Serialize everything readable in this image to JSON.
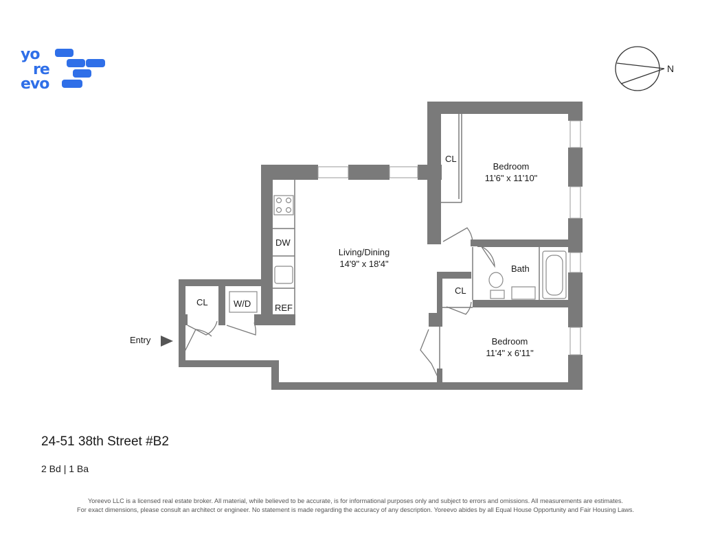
{
  "brand": {
    "logo_lines": [
      "yo",
      "re",
      "evo"
    ],
    "accent_color": "#2f6fe8"
  },
  "compass": {
    "label": "N"
  },
  "rooms": {
    "bedroom1": {
      "name": "Bedroom",
      "dims": "11'6\" x 11'10\""
    },
    "living": {
      "name": "Living/Dining",
      "dims": "14'9\" x 18'4\""
    },
    "bath": {
      "name": "Bath"
    },
    "bedroom2": {
      "name": "Bedroom",
      "dims": "11'4\" x 6'11\""
    },
    "closet_bed1": "CL",
    "closet_entry": "CL",
    "closet_bed2": "CL",
    "washer_dryer": "W/D",
    "dishwasher": "DW",
    "refrigerator": "REF",
    "entry": "Entry"
  },
  "listing": {
    "address": "24-51 38th Street #B2",
    "beds_baths": "2 Bd | 1 Ba"
  },
  "disclaimer": {
    "line1": "Yoreevo LLC is a licensed real estate broker. All material, while believed to be accurate, is for informational purposes only and subject to errors and omissions. All measurements are estimates.",
    "line2": "For exact dimensions, please consult an architect or engineer. No statement is made regarding the accuracy of any description. Yoreevo abides by all Equal House Opportunity and Fair Housing Laws."
  }
}
